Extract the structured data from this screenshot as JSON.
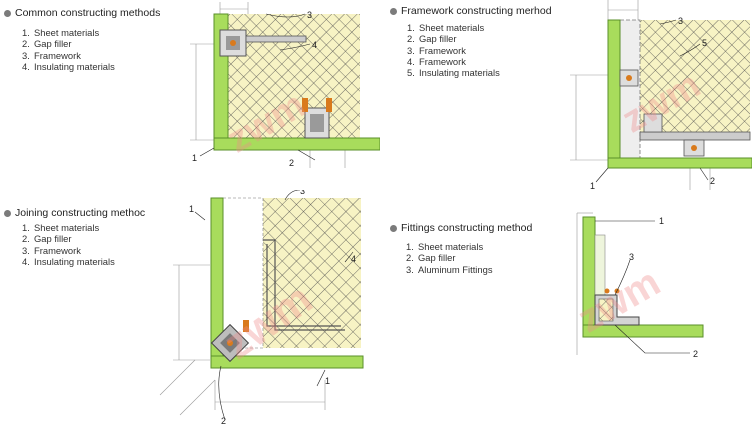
{
  "sections": {
    "common": {
      "title": "Common constructing methods",
      "items": [
        {
          "num": "1.",
          "label": "Sheet materials"
        },
        {
          "num": "2.",
          "label": "Gap filler"
        },
        {
          "num": "3.",
          "label": "Framework"
        },
        {
          "num": "4.",
          "label": "Insulating materials"
        }
      ]
    },
    "framework": {
      "title": "Framework constructing merhod",
      "items": [
        {
          "num": "1.",
          "label": "Sheet materials"
        },
        {
          "num": "2.",
          "label": "Gap filler"
        },
        {
          "num": "3.",
          "label": "Framework"
        },
        {
          "num": "4.",
          "label": "Framework"
        },
        {
          "num": "5.",
          "label": "Insulating materials"
        }
      ]
    },
    "joining": {
      "title": "Joining constructing methoc",
      "items": [
        {
          "num": "1.",
          "label": "Sheet materials"
        },
        {
          "num": "2.",
          "label": "Gap filler"
        },
        {
          "num": "3.",
          "label": "Framework"
        },
        {
          "num": "4.",
          "label": "Insulating materials"
        }
      ]
    },
    "fittings": {
      "title": "Fittings constructing method",
      "items": [
        {
          "num": "1.",
          "label": "Sheet materials"
        },
        {
          "num": "2.",
          "label": "Gap filler"
        },
        {
          "num": "3.",
          "label": "Aluminum Fittings"
        }
      ]
    }
  },
  "callouts": {
    "common": [
      "1",
      "2",
      "3",
      "4"
    ],
    "framework": [
      "1",
      "2",
      "3",
      "5"
    ],
    "joining": [
      "1",
      "2",
      "3",
      "4",
      "1"
    ],
    "fittings": [
      "1",
      "2",
      "3"
    ]
  },
  "colors": {
    "panel_green": "#a8dc5c",
    "panel_edge": "#5a8f2a",
    "insulation": "#f7f3c4",
    "mesh": "#4a4a4a",
    "frame": "#8a8a8a",
    "accent_orange": "#d97a1c",
    "watermark": "#f08a8a"
  },
  "icons": {
    "section_bullet": "circle-bullet-icon"
  }
}
